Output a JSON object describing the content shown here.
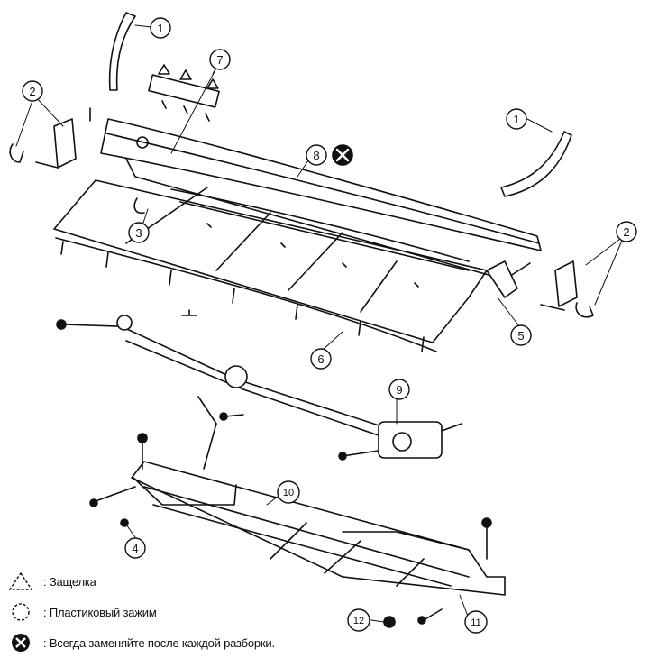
{
  "callouts": [
    "1",
    "1",
    "2",
    "2",
    "3",
    "4",
    "5",
    "6",
    "7",
    "8",
    "9",
    "10",
    "11",
    "12"
  ],
  "legend": {
    "latch": ": Защелка",
    "clip": ": Пластиковый зажим",
    "replace": ": Всегда заменяйте после каждой разборки."
  },
  "colors": {
    "ink": "#111111",
    "paper": "#ffffff"
  },
  "icons": {
    "latch": "triangle-outline",
    "clip": "dashed-circle",
    "replace": "circle-x"
  }
}
